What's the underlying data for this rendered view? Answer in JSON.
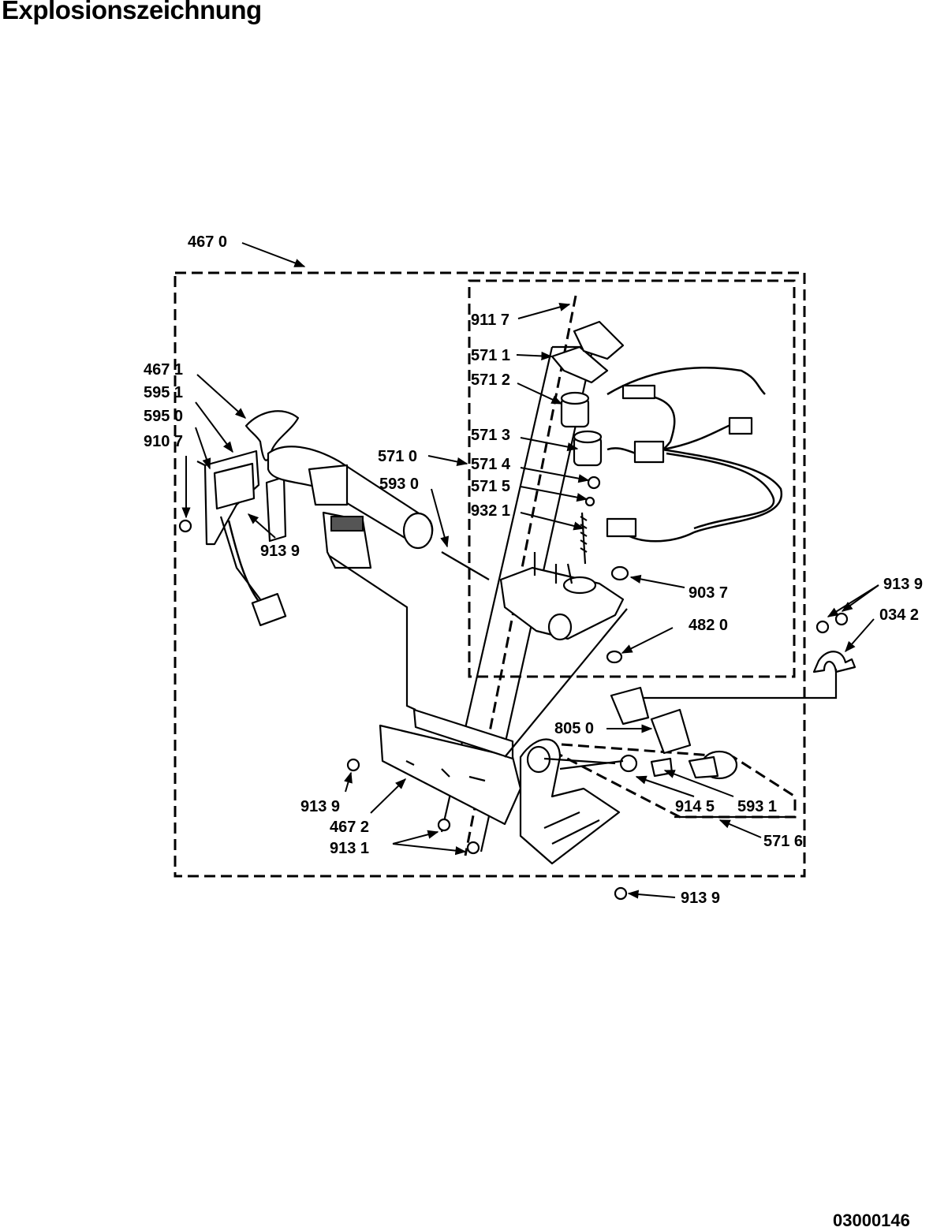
{
  "page": {
    "title": "Explosionszeichnung",
    "document_number": "03000146"
  },
  "callouts": {
    "c4670": "467 0",
    "c9117": "911 7",
    "c5711": "571 1",
    "c5712": "571 2",
    "c5713": "571 3",
    "c5710": "571 0",
    "c5714": "571 4",
    "c5715": "571 5",
    "c9321": "932 1",
    "c5930": "593 0",
    "c4671": "467 1",
    "c5951": "595 1",
    "c5950": "595 0",
    "c9107": "910 7",
    "c9139a": "913 9",
    "c9037": "903 7",
    "c4820": "482 0",
    "c9139b": "913 9",
    "c0342": "034 2",
    "c8050": "805 0",
    "c9139c": "913 9",
    "c4672": "467 2",
    "c9131": "913 1",
    "c9145": "914 5",
    "c5931": "593 1",
    "c5716": "571 6",
    "c9139d": "913 9"
  }
}
